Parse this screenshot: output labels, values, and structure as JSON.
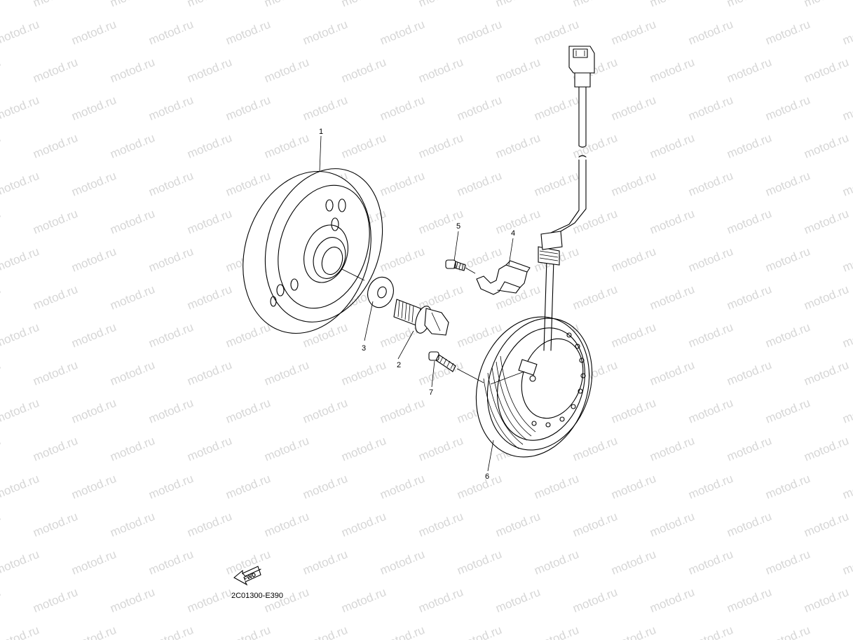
{
  "watermark": {
    "text": "motod.ru"
  },
  "callouts": [
    {
      "id": "1",
      "label": "1"
    },
    {
      "id": "2",
      "label": "2"
    },
    {
      "id": "3",
      "label": "3"
    },
    {
      "id": "4",
      "label": "4"
    },
    {
      "id": "5",
      "label": "5"
    },
    {
      "id": "6",
      "label": "6"
    },
    {
      "id": "7",
      "label": "7"
    }
  ],
  "fwd_marker": {
    "text": "FWD"
  },
  "drawing_code": "2C01300-E390"
}
